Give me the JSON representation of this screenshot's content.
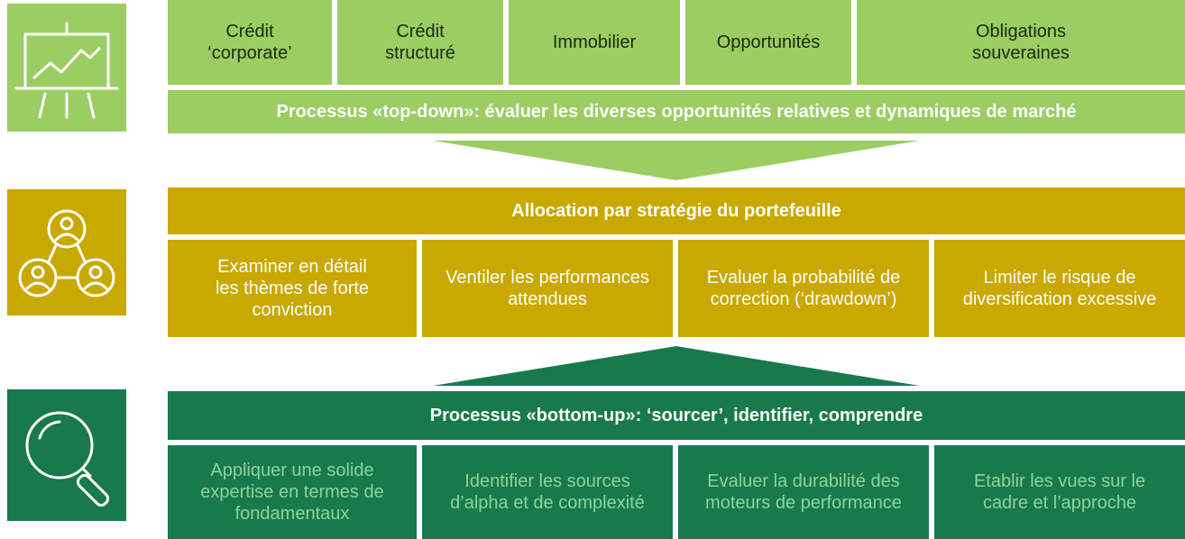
{
  "colors": {
    "light_green": "#9bcd62",
    "gold": "#c9a800",
    "dark_green": "#187a4c",
    "dark_green_text": "#8ed29a"
  },
  "icons": {
    "top": "presentation-chart-icon",
    "middle": "people-network-icon",
    "bottom": "magnifying-glass-icon"
  },
  "top_section": {
    "categories": [
      "Crédit\n‘corporate’",
      "Crédit\nstructuré",
      "Immobilier",
      "Opportunités",
      "Obligations\nsouveraines"
    ],
    "banner": "Processus «top-down»: évaluer les diverses opportunités relatives et dynamiques de marché"
  },
  "middle_section": {
    "banner": "Allocation par stratégie du portefeuille",
    "cells": [
      "Examiner en détail\nles thèmes de forte\nconviction",
      "Ventiler les performances\nattendues",
      "Evaluer la probabilité de\ncorrection (‘drawdown’)",
      "Limiter le risque de\ndiversification excessive"
    ]
  },
  "bottom_section": {
    "banner": "Processus «bottom-up»: ‘sourcer’, identifier, comprendre",
    "cells": [
      "Appliquer une solide\nexpertise en termes de\nfondamentaux",
      "Identifier les sources\nd’alpha et de complexité",
      "Evaluer la durabilité des\nmoteurs de performance",
      "Etablir les vues sur le\ncadre et l’approche"
    ]
  }
}
